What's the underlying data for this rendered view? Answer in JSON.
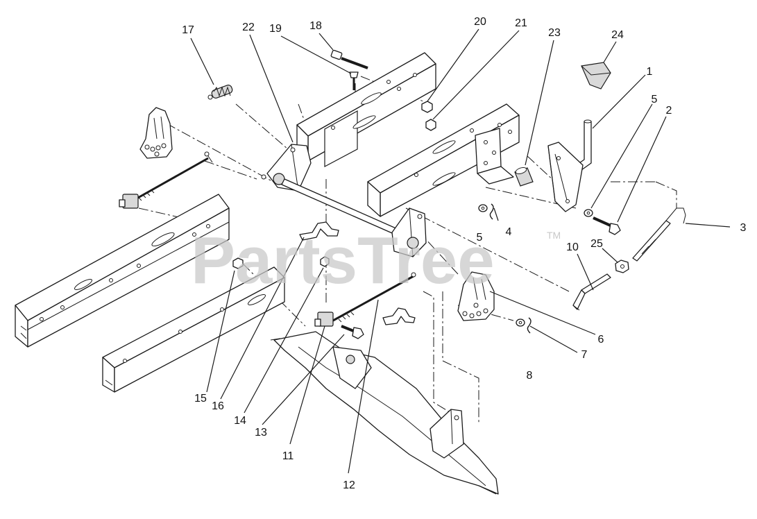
{
  "watermark": {
    "text": "PartsTree",
    "mark": "TM"
  },
  "callouts": [
    {
      "id": "1",
      "label": "1"
    },
    {
      "id": "2",
      "label": "2"
    },
    {
      "id": "3",
      "label": "3"
    },
    {
      "id": "4",
      "label": "4"
    },
    {
      "id": "5a",
      "label": "5"
    },
    {
      "id": "5b",
      "label": "5"
    },
    {
      "id": "6",
      "label": "6"
    },
    {
      "id": "7",
      "label": "7"
    },
    {
      "id": "8",
      "label": "8"
    },
    {
      "id": "10",
      "label": "10"
    },
    {
      "id": "11",
      "label": "11"
    },
    {
      "id": "12",
      "label": "12"
    },
    {
      "id": "13",
      "label": "13"
    },
    {
      "id": "14",
      "label": "14"
    },
    {
      "id": "15",
      "label": "15"
    },
    {
      "id": "16",
      "label": "16"
    },
    {
      "id": "17",
      "label": "17"
    },
    {
      "id": "18",
      "label": "18"
    },
    {
      "id": "19",
      "label": "19"
    },
    {
      "id": "20",
      "label": "20"
    },
    {
      "id": "21",
      "label": "21"
    },
    {
      "id": "22",
      "label": "22"
    },
    {
      "id": "23",
      "label": "23"
    },
    {
      "id": "24",
      "label": "24"
    },
    {
      "id": "25",
      "label": "25"
    }
  ]
}
